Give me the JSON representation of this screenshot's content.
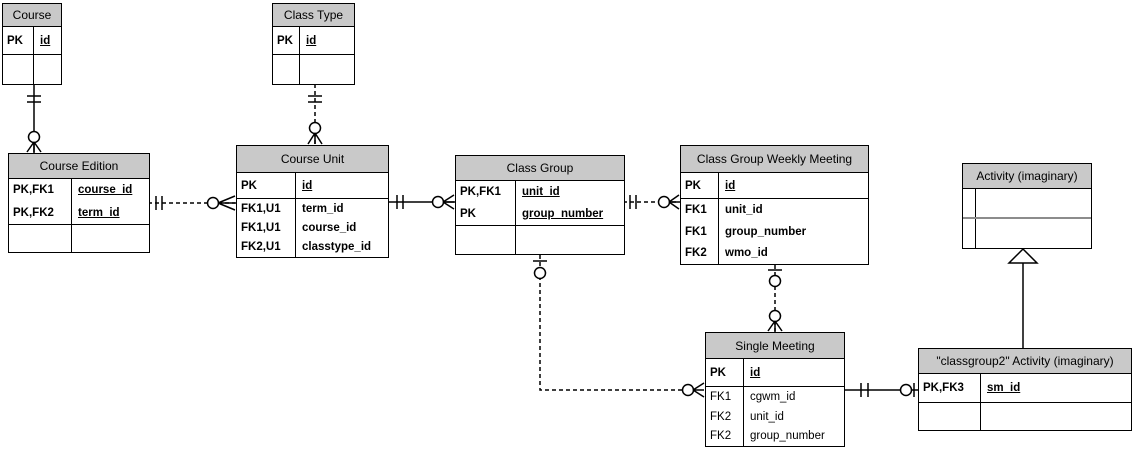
{
  "diagram": {
    "kind": "entity-relationship-diagram",
    "colors": {
      "background": "#ffffff",
      "header_fill": "#c9c9c9",
      "border": "#000000",
      "gray_divider": "#8c8c8c"
    },
    "entities": [
      {
        "title": "Course",
        "pk_rows": [
          {
            "key": "PK",
            "value": "id"
          }
        ],
        "attr_rows": []
      },
      {
        "title": "Class Type",
        "pk_rows": [
          {
            "key": "PK",
            "value": "id"
          }
        ],
        "attr_rows": []
      },
      {
        "title": "Course Edition",
        "pk_rows": [
          {
            "key": "PK,FK1",
            "value": "course_id"
          },
          {
            "key": "PK,FK2",
            "value": "term_id"
          }
        ],
        "attr_rows": []
      },
      {
        "title": "Course Unit",
        "pk_rows": [
          {
            "key": "PK",
            "value": "id"
          }
        ],
        "attr_rows": [
          {
            "key": "FK1,U1",
            "value": "term_id"
          },
          {
            "key": "FK1,U1",
            "value": "course_id"
          },
          {
            "key": "FK2,U1",
            "value": "classtype_id"
          }
        ]
      },
      {
        "title": "Class Group",
        "pk_rows": [
          {
            "key": "PK,FK1",
            "value": "unit_id"
          },
          {
            "key": "PK",
            "value": "group_number"
          }
        ],
        "attr_rows": []
      },
      {
        "title": "Class Group Weekly Meeting",
        "pk_rows": [
          {
            "key": "PK",
            "value": "id"
          }
        ],
        "attr_rows": [
          {
            "key": "FK1",
            "value": "unit_id"
          },
          {
            "key": "FK1",
            "value": "group_number"
          },
          {
            "key": "FK2",
            "value": "wmo_id"
          }
        ]
      },
      {
        "title": "Activity (imaginary)",
        "pk_rows": [],
        "attr_rows": []
      },
      {
        "title": "Single Meeting",
        "pk_rows": [
          {
            "key": "PK",
            "value": "id"
          }
        ],
        "attr_rows": [
          {
            "key": "FK1",
            "value": "cgwm_id"
          },
          {
            "key": "FK2",
            "value": "unit_id"
          },
          {
            "key": "FK2",
            "value": "group_number"
          }
        ]
      },
      {
        "title": "\"classgroup2\" Activity (imaginary)",
        "pk_rows": [
          {
            "key": "PK,FK3",
            "value": "sm_id"
          }
        ],
        "attr_rows": []
      }
    ],
    "relationships": [
      {
        "from": "Course",
        "to": "Course Edition",
        "from_cardinality": "exactly-one",
        "to_cardinality": "zero-or-many",
        "line": "solid"
      },
      {
        "from": "Class Type",
        "to": "Course Unit",
        "from_cardinality": "exactly-one",
        "to_cardinality": "zero-or-many",
        "line": "dashed"
      },
      {
        "from": "Course Edition",
        "to": "Course Unit",
        "from_cardinality": "exactly-one",
        "to_cardinality": "zero-or-many",
        "line": "dashed"
      },
      {
        "from": "Course Unit",
        "to": "Class Group",
        "from_cardinality": "exactly-one",
        "to_cardinality": "zero-or-many",
        "line": "solid"
      },
      {
        "from": "Class Group",
        "to": "Class Group Weekly Meeting",
        "from_cardinality": "exactly-one",
        "to_cardinality": "zero-or-many",
        "line": "dashed"
      },
      {
        "from": "Class Group Weekly Meeting",
        "to": "Single Meeting",
        "from_cardinality": "zero-or-one",
        "to_cardinality": "zero-or-many",
        "line": "dashed"
      },
      {
        "from": "Class Group",
        "to": "Single Meeting",
        "from_cardinality": "zero-or-one",
        "to_cardinality": "zero-or-many",
        "line": "dashed"
      },
      {
        "from": "Single Meeting",
        "to": "\"classgroup2\" Activity (imaginary)",
        "from_cardinality": "exactly-one",
        "to_cardinality": "zero-or-one",
        "line": "solid"
      },
      {
        "from": "\"classgroup2\" Activity (imaginary)",
        "to": "Activity (imaginary)",
        "type": "inheritance",
        "line": "solid"
      }
    ]
  }
}
